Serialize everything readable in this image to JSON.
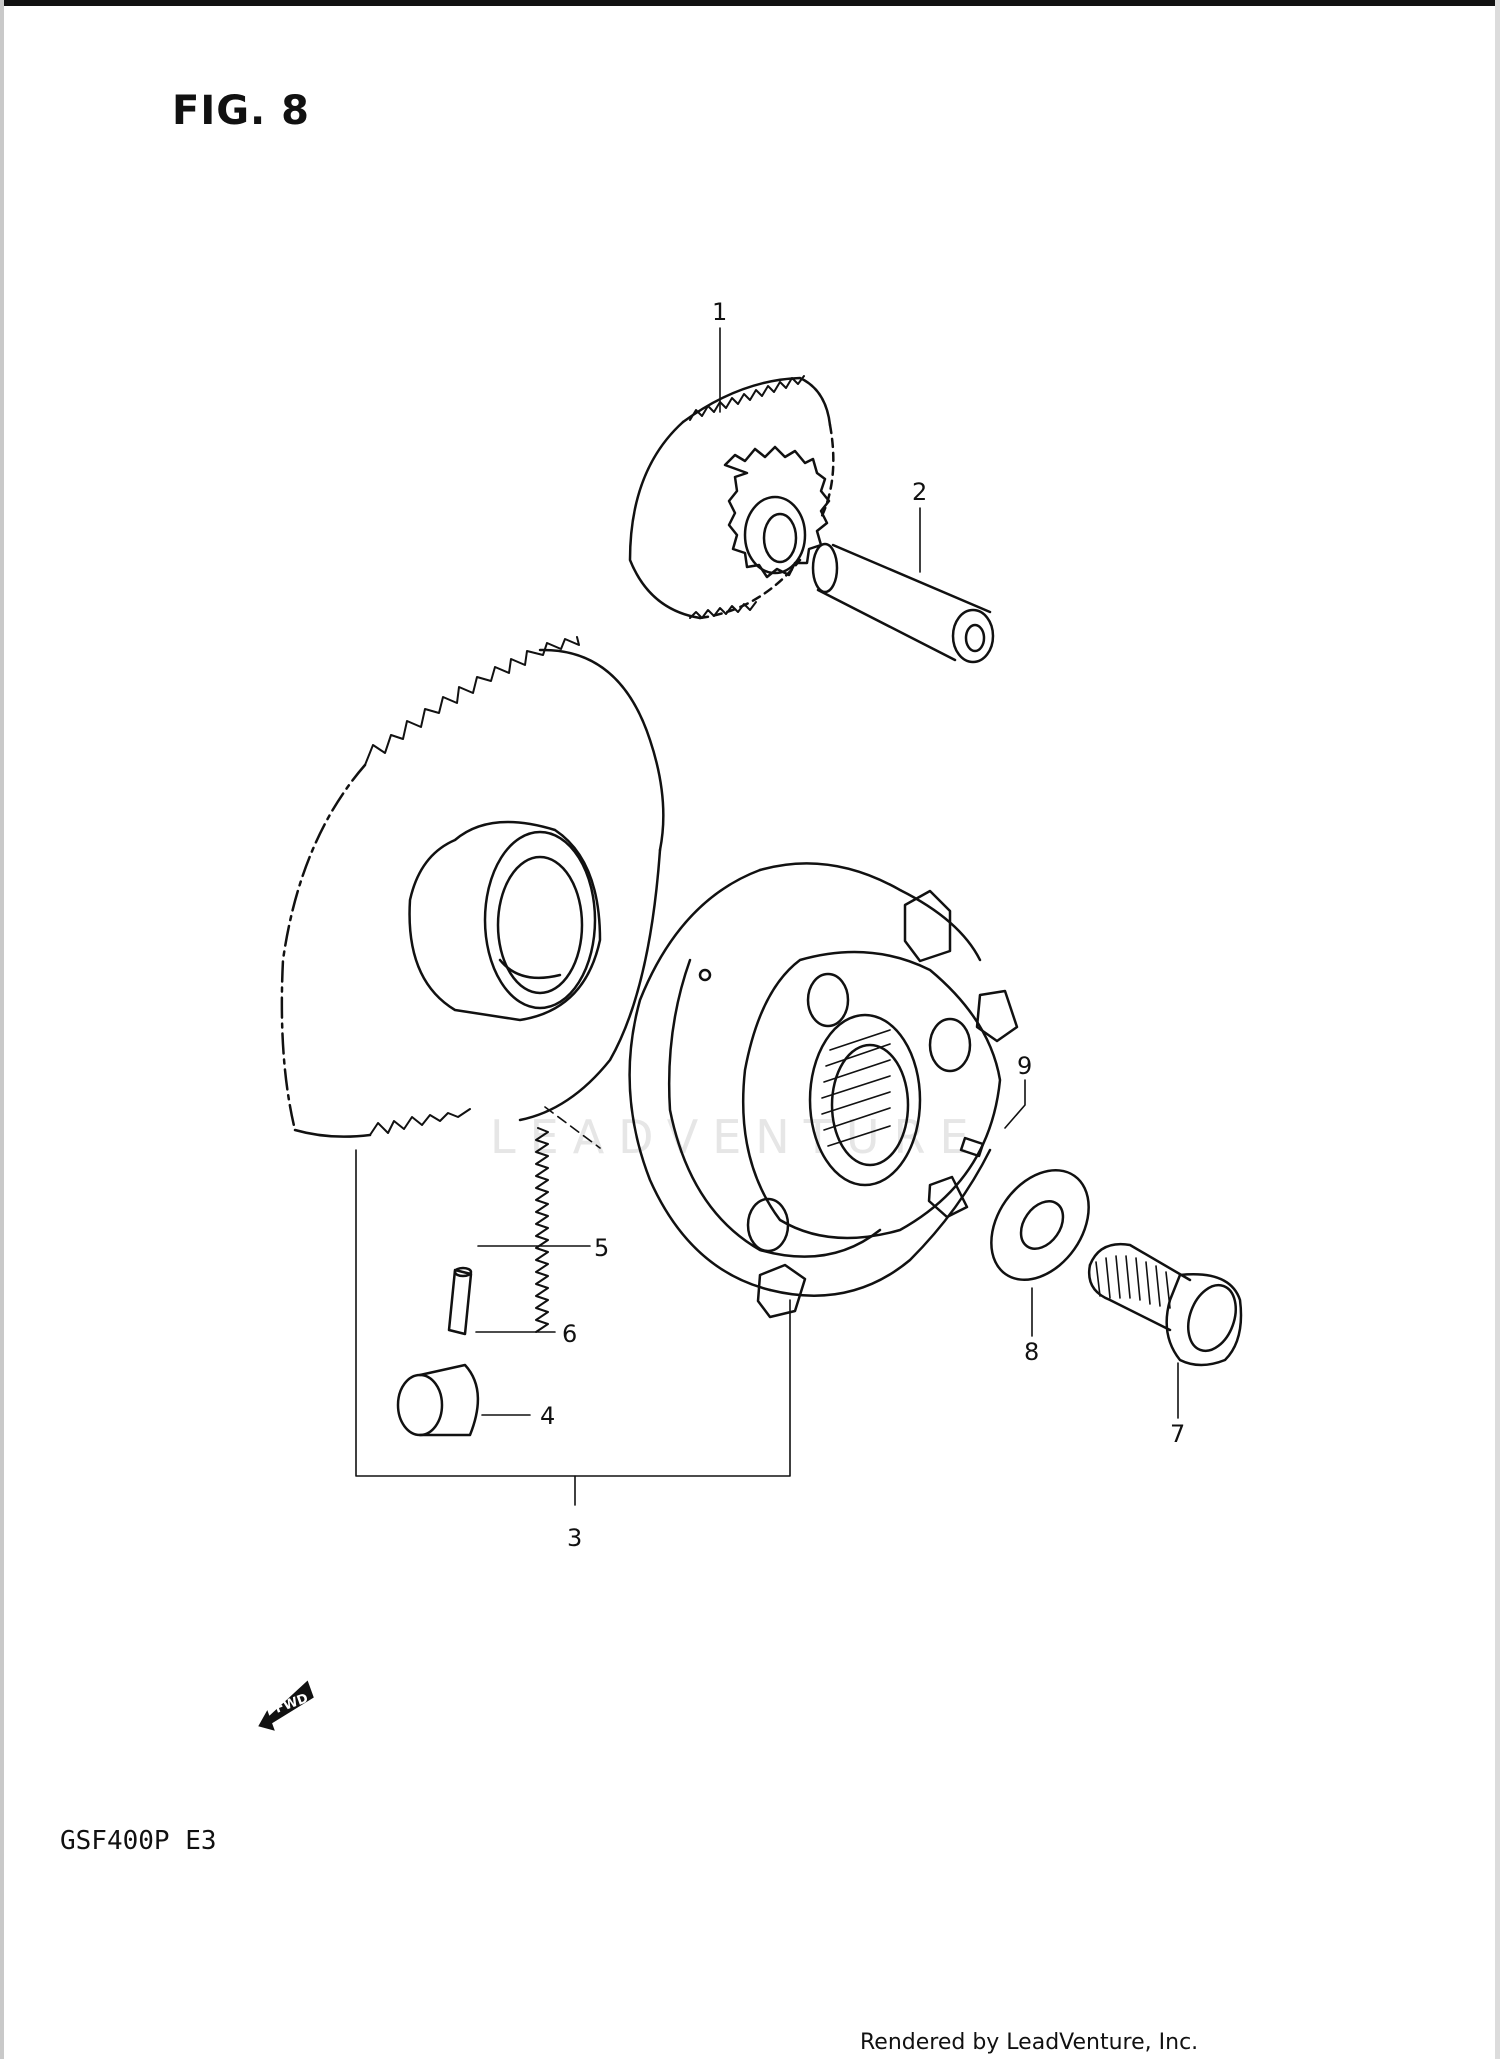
{
  "figure": {
    "title": "FIG. 8"
  },
  "model": "GSF400P  E3",
  "footer": "Rendered by LeadVenture, Inc.",
  "watermark": "LEADVENTURE",
  "fwd_label": "FWD",
  "callouts": [
    "1",
    "2",
    "3",
    "4",
    "5",
    "6",
    "7",
    "8",
    "9"
  ],
  "colors": {
    "ink": "#111111",
    "watermark": "#e6e6e6"
  }
}
